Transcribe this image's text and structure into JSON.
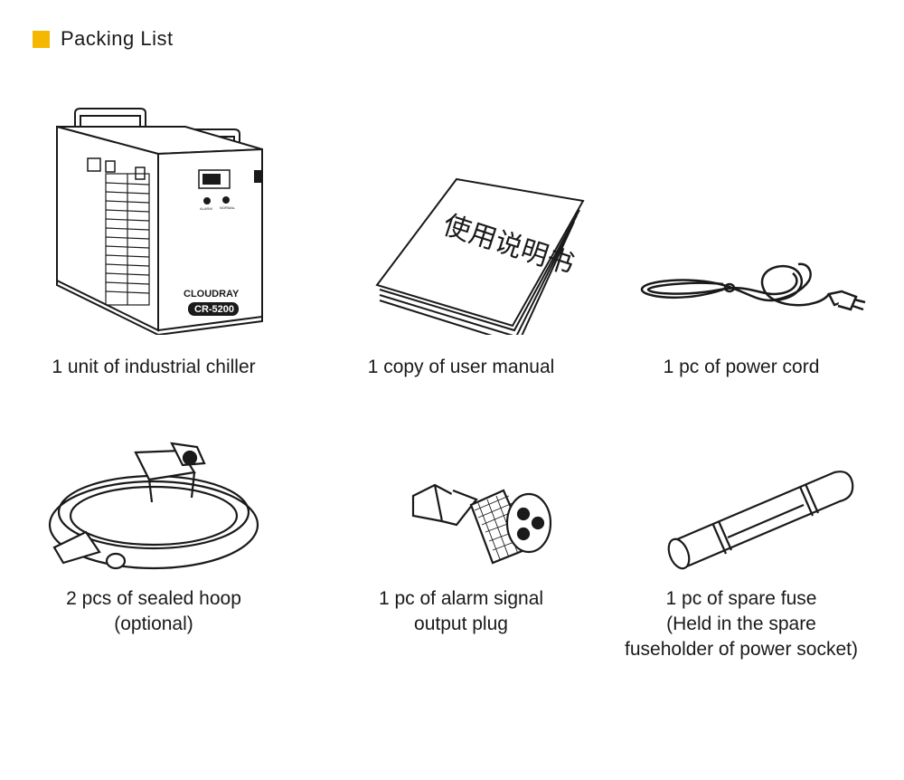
{
  "header": {
    "title": "Packing List",
    "accent_color": "#f5b800"
  },
  "items": [
    {
      "icon": "chiller-icon",
      "lines": [
        "1 unit of industrial chiller"
      ],
      "brand": "CLOUDRAY",
      "model": "CR-5200",
      "panel_labels": [
        "ALARM",
        "NORMAL"
      ]
    },
    {
      "icon": "user-manual-icon",
      "lines": [
        "1 copy of user manual"
      ],
      "cover_text": "使用说明书"
    },
    {
      "icon": "power-cord-icon",
      "lines": [
        "1 pc of power cord"
      ]
    },
    {
      "icon": "sealed-hoop-icon",
      "lines": [
        "2 pcs of sealed hoop",
        "(optional)"
      ]
    },
    {
      "icon": "alarm-plug-icon",
      "lines": [
        "1 pc of alarm signal",
        "output plug"
      ]
    },
    {
      "icon": "fuse-icon",
      "lines": [
        "1 pc of spare fuse",
        "(Held in the spare",
        "fuseholder of power socket)"
      ]
    }
  ]
}
